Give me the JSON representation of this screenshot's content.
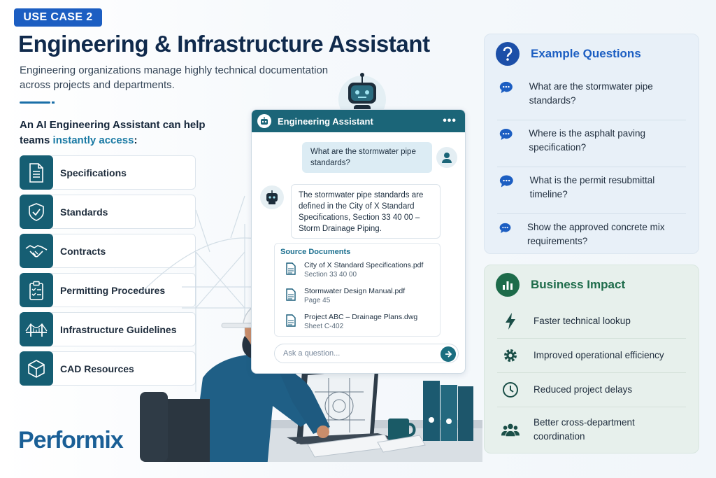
{
  "badge": "USE CASE 2",
  "title": "Engineering & Infrastructure Assistant",
  "subtitle": "Engineering organizations manage highly technical documentation across projects and departments.",
  "help_text": {
    "part1": "An AI Engineering Assistant can help teams ",
    "accent": "instantly access",
    "part2": ":"
  },
  "resources": [
    {
      "label": "Specifications",
      "icon": "document-icon"
    },
    {
      "label": "Standards",
      "icon": "shield-check-icon"
    },
    {
      "label": "Contracts",
      "icon": "handshake-icon"
    },
    {
      "label": "Permitting Procedures",
      "icon": "clipboard-checklist-icon"
    },
    {
      "label": "Infrastructure Guidelines",
      "icon": "bridge-icon"
    },
    {
      "label": "CAD Resources",
      "icon": "cube-icon"
    }
  ],
  "chat": {
    "title": "Engineering Assistant",
    "menu": "•••",
    "user_message": "What are the stormwater pipe standards?",
    "bot_message": "The stormwater pipe standards are defined in the City of X Standard Specifications, Section 33 40 00 – Storm Drainage Piping.",
    "sources_title": "Source Documents",
    "sources": [
      {
        "name": "City of X Standard Specifications.pdf",
        "sub": "Section 33 40 00"
      },
      {
        "name": "Stormwater Design Manual.pdf",
        "sub": "Page 45"
      },
      {
        "name": "Project ABC – Drainage Plans.dwg",
        "sub": "Sheet C-402"
      }
    ],
    "input_placeholder": "Ask a question..."
  },
  "example_questions": {
    "title": "Example Questions",
    "icon": "question-mark-icon",
    "items": [
      "What are the stormwater pipe standards?",
      "Where is the asphalt paving specification?",
      "What is the permit resubmittal timeline?",
      "Show the approved concrete mix requirements?"
    ]
  },
  "business_impact": {
    "title": "Business Impact",
    "icon": "bar-chart-icon",
    "items": [
      {
        "label": "Faster technical lookup",
        "icon": "lightning-icon"
      },
      {
        "label": "Improved operational efficiency",
        "icon": "gear-icon"
      },
      {
        "label": "Reduced project delays",
        "icon": "clock-icon"
      },
      {
        "label": "Better cross-department coordination",
        "icon": "people-icon"
      }
    ]
  },
  "logo": {
    "text": "Performix"
  },
  "colors": {
    "brand_blue": "#1c5ec2",
    "title_navy": "#102a4c",
    "teal": "#1b6578",
    "accent": "#1a7aa4",
    "impact_green": "#1d6b4a"
  }
}
